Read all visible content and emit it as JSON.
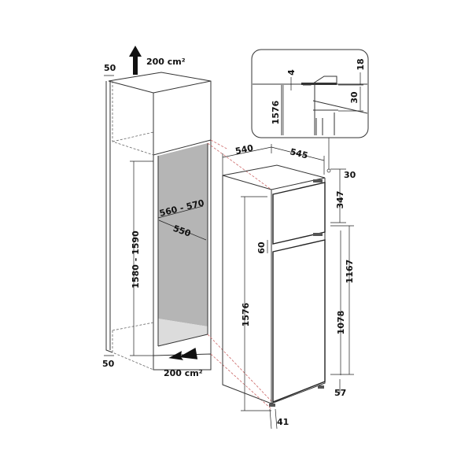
{
  "cabinet": {
    "top_gap": "50",
    "top_vent": "200 cm²",
    "niche_height": "1580 - 1590",
    "niche_width": "560 - 570",
    "niche_depth": "550",
    "bottom_gap": "50",
    "bottom_vent": "200 cm²"
  },
  "appliance": {
    "width": "540",
    "depth": "545",
    "top_offset": "30",
    "freezer_door": "347",
    "door_gap": "60",
    "fridge_door_total": "1167",
    "height": "1576",
    "fridge_door": "1078",
    "bottom_offset": "57",
    "foot": "41"
  },
  "detail": {
    "gap_small": "4",
    "gap_top": "18",
    "height": "1576",
    "gap_hinge": "30"
  },
  "colors": {
    "niche_fill": "#b5b5b5",
    "floor_fill": "#dcdcdc",
    "line": "#333333",
    "guide_red": "#cc6666"
  }
}
